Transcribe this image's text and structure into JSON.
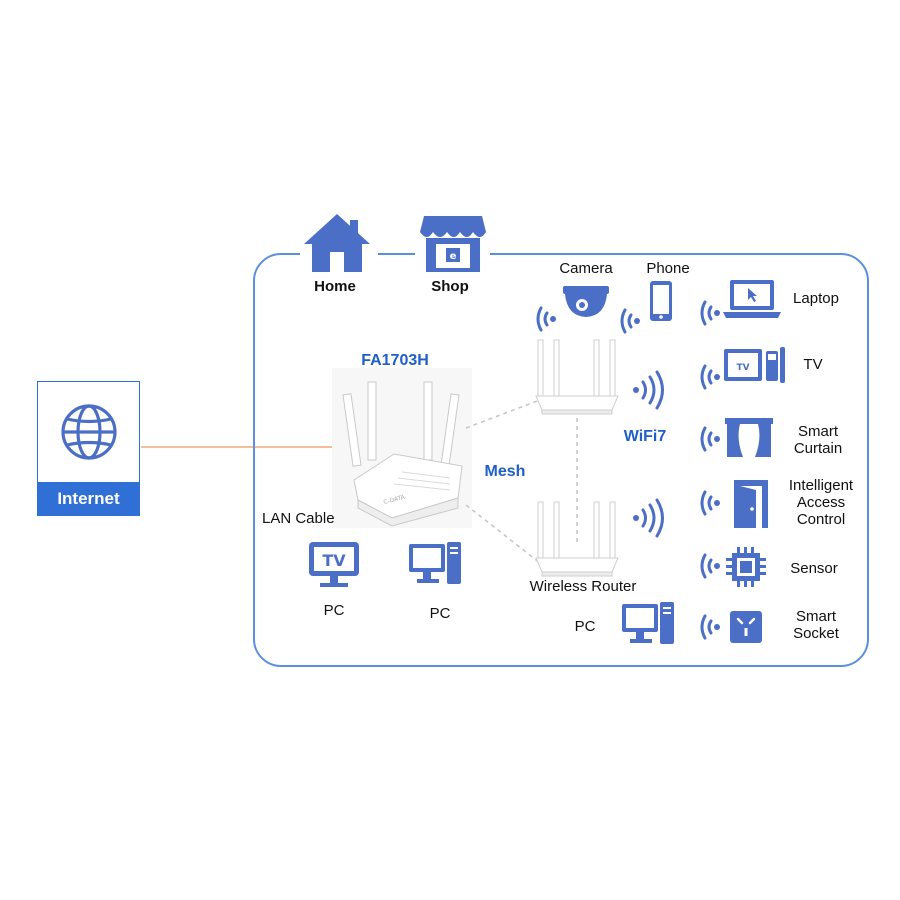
{
  "internet": {
    "label": "Internet",
    "icon": "globe-icon"
  },
  "locations": [
    {
      "label": "Home",
      "icon": "house-icon"
    },
    {
      "label": "Shop",
      "icon": "shop-icon"
    }
  ],
  "main_router": {
    "model": "FA1703H"
  },
  "wired": {
    "cable_label": "LAN Cable",
    "devices": [
      {
        "label": "PC",
        "icon": "tv-icon"
      },
      {
        "label": "PC",
        "icon": "computer-icon"
      }
    ]
  },
  "mesh": {
    "label": "Mesh",
    "wifi_label": "WiFi7",
    "node_label": "Wireless Router",
    "node_device_label": "PC"
  },
  "top_devices": [
    {
      "label": "Camera",
      "icon": "camera-icon"
    },
    {
      "label": "Phone",
      "icon": "phone-icon"
    }
  ],
  "wireless_devices": [
    {
      "label": "Laptop",
      "icon": "laptop-icon"
    },
    {
      "label": "TV",
      "icon": "smart-tv-icon"
    },
    {
      "label": "Smart\nCurtain",
      "icon": "curtain-icon"
    },
    {
      "label": "Intelligent\nAccess\nControl",
      "icon": "door-icon"
    },
    {
      "label": "Sensor",
      "icon": "chip-icon"
    },
    {
      "label": "Smart\nSocket",
      "icon": "socket-icon"
    }
  ],
  "colors": {
    "accent": "#4b6fc6",
    "frame": "#5a8fe0",
    "link_orange": "#f0a77a",
    "mesh_line": "#c8c8c8"
  }
}
